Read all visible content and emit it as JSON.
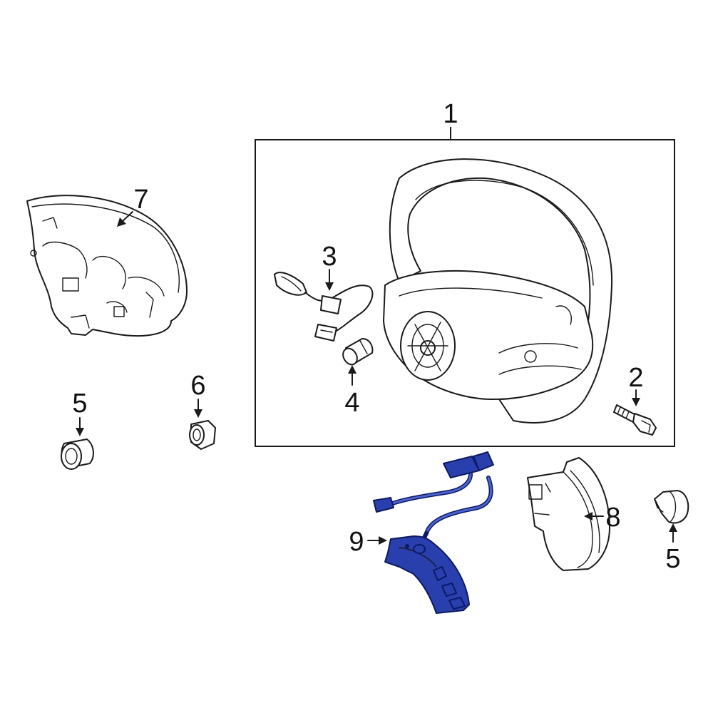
{
  "callouts": {
    "c1": "1",
    "c2": "2",
    "c3": "3",
    "c4": "4",
    "c5a": "5",
    "c5b": "5",
    "c6": "6",
    "c7": "7",
    "c8": "8",
    "c9": "9"
  },
  "parts": [
    {
      "id": "steering-wheel",
      "callout": "1"
    },
    {
      "id": "bolt",
      "callout": "2"
    },
    {
      "id": "wire-harness",
      "callout": "3"
    },
    {
      "id": "connector-plug",
      "callout": "4"
    },
    {
      "id": "clip",
      "callout": "5"
    },
    {
      "id": "nut",
      "callout": "6"
    },
    {
      "id": "airbag-module",
      "callout": "7"
    },
    {
      "id": "switch-cover",
      "callout": "8"
    },
    {
      "id": "control-switch",
      "callout": "9",
      "highlighted": true
    }
  ],
  "colors": {
    "highlight": "#2a3fae",
    "line": "#1a1a1a",
    "background": "#ffffff"
  }
}
